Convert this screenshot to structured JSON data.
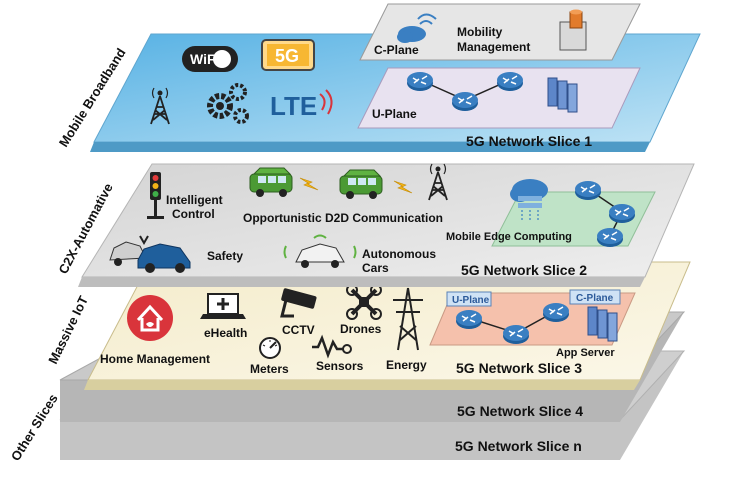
{
  "side_labels": {
    "mobile_broadband": "Mobile Broadband",
    "c2x": "C2X-Automative",
    "massive_iot": "Massive IoT",
    "other": "Other Slices"
  },
  "slices": {
    "s1": "5G Network Slice 1",
    "s2": "5G Network Slice 2",
    "s3": "5G Network Slice 3",
    "s4": "5G Network Slice 4",
    "sn": "5G Network Slice n"
  },
  "layer1": {
    "wifi": "WiFi",
    "five_g": "5G",
    "lte": "LTE",
    "c_plane": "C-Plane",
    "mobility_1": "Mobility",
    "mobility_2": "Management",
    "u_plane": "U-Plane"
  },
  "layer2": {
    "intelligent_1": "Intelligent",
    "intelligent_2": "Control",
    "d2d": "Opportunistic D2D Communication",
    "safety": "Safety",
    "autonomous_1": "Autonomous",
    "autonomous_2": "Cars",
    "mec": "Mobile Edge Computing"
  },
  "layer3": {
    "home": "Home Management",
    "ehealth": "eHealth",
    "cctv": "CCTV",
    "drones": "Drones",
    "meters": "Meters",
    "sensors": "Sensors",
    "energy": "Energy",
    "u_plane": "U-Plane",
    "c_plane": "C-Plane",
    "app_server": "App Server"
  },
  "colors": {
    "broadband": "#7fc6ea",
    "c2x": "#e8e8e8",
    "iot": "#f6f1d9",
    "other": "#c9c9c9",
    "router": "#3a7fc2",
    "home_red": "#d9343b"
  }
}
